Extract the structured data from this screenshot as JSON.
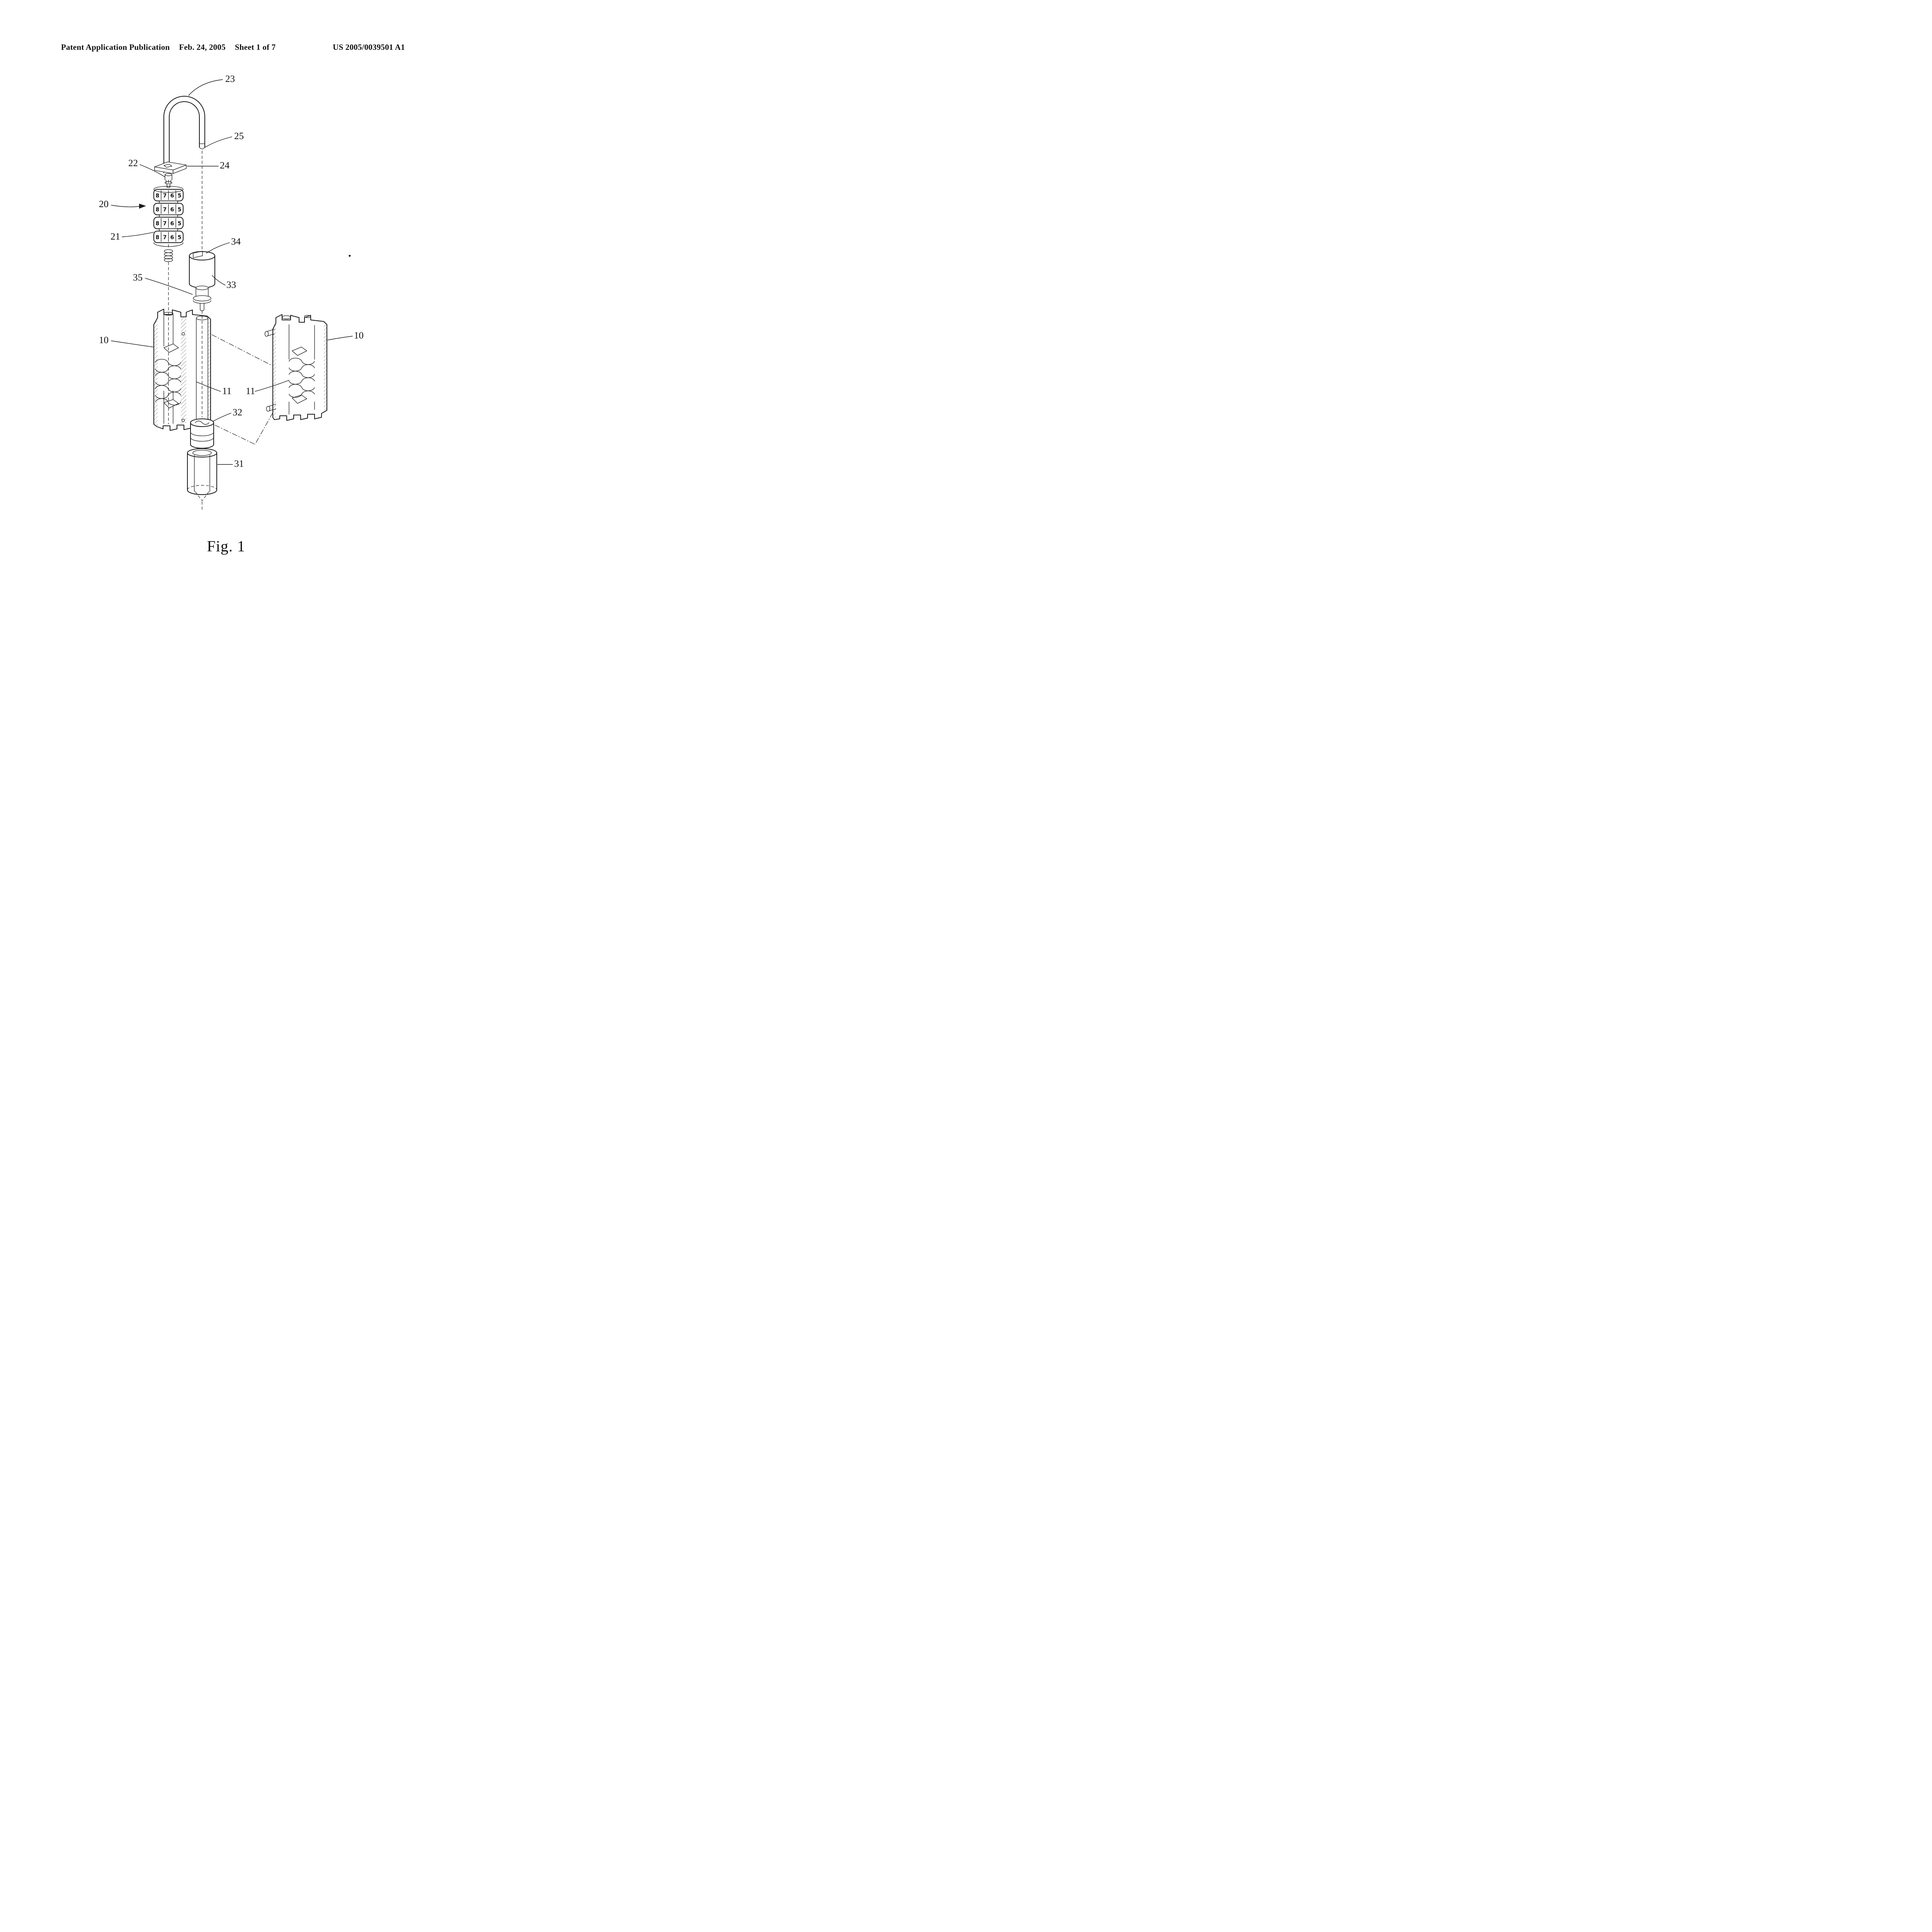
{
  "header": {
    "publication": "Patent Application Publication",
    "date": "Feb. 24, 2005",
    "sheet": "Sheet 1 of 7",
    "patent_number": "US 2005/0039501 A1"
  },
  "figure": {
    "caption": "Fig. 1",
    "labels": {
      "shackle": "23",
      "shackle_tip": "25",
      "spindle": "22",
      "plate": "24",
      "dial_stack": "20",
      "dial_wheel": "21",
      "clutch_top": "34",
      "clutch_flange": "35",
      "clutch_body": "33",
      "body_left": "10",
      "body_right": "10",
      "spring_left": "11",
      "spring_right": "11",
      "pin_cylinder": "32",
      "base_cylinder": "31"
    },
    "dial_digits": [
      "8",
      "7",
      "6",
      "5"
    ]
  }
}
